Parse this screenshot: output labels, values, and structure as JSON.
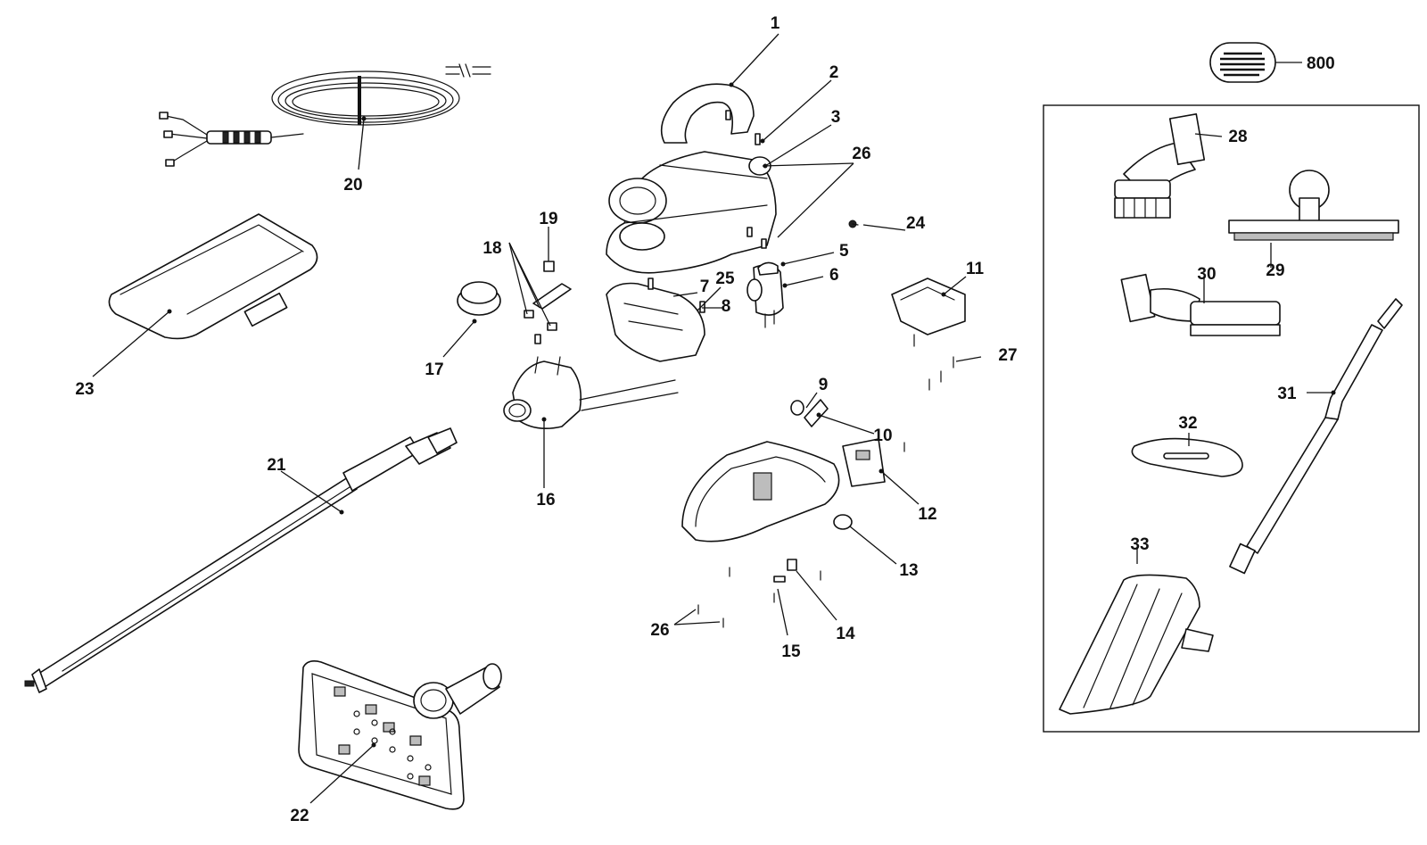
{
  "callouts": {
    "c1": "1",
    "c2": "2",
    "c3": "3",
    "c5": "5",
    "c6": "6",
    "c7": "7",
    "c8": "8",
    "c9": "9",
    "c10": "10",
    "c11": "11",
    "c12": "12",
    "c13": "13",
    "c14": "14",
    "c15": "15",
    "c16": "16",
    "c17": "17",
    "c18": "18",
    "c19": "19",
    "c20": "20",
    "c21": "21",
    "c22": "22",
    "c23": "23",
    "c24": "24",
    "c25": "25",
    "c26a": "26",
    "c26b": "26",
    "c27": "27",
    "c28": "28",
    "c29": "29",
    "c30": "30",
    "c31": "31",
    "c32": "32",
    "c33": "33",
    "c800": "800"
  },
  "colors": {
    "line": "#111111",
    "background": "#ffffff",
    "shade": "#bdbdbd"
  }
}
